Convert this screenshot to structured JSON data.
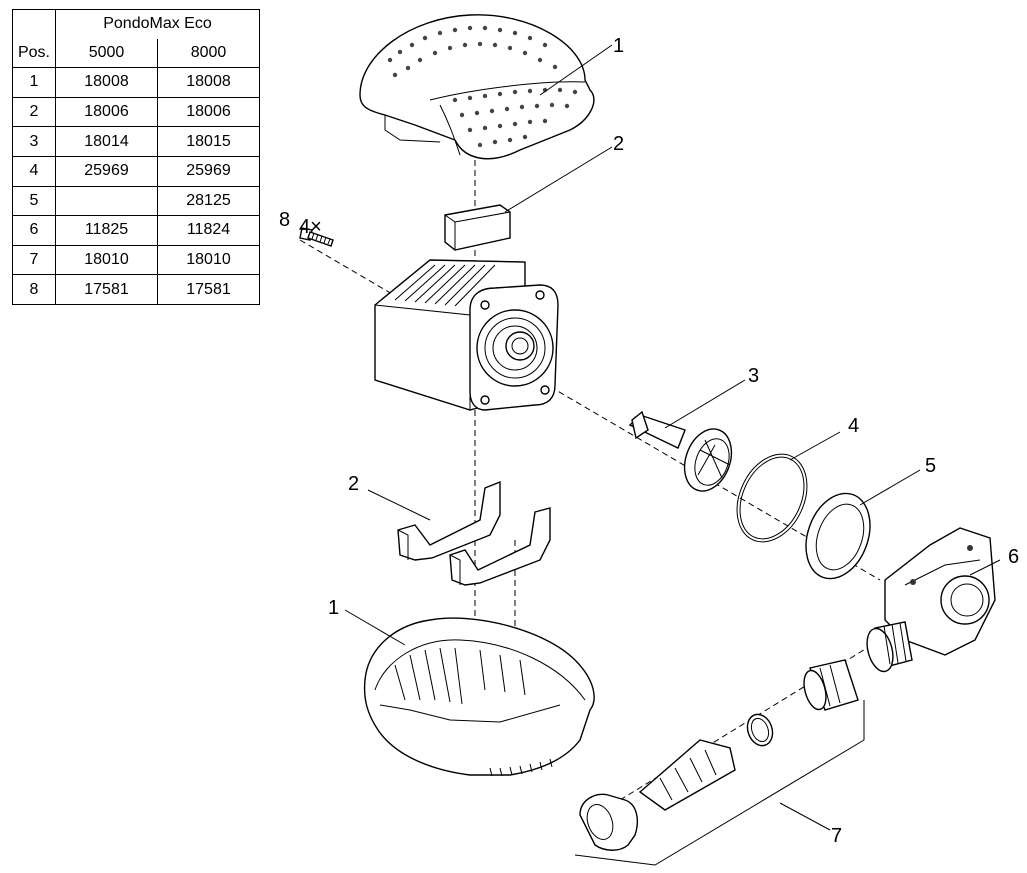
{
  "table": {
    "title": "PondoMax Eco",
    "pos_header": "Pos.",
    "models": [
      "5000",
      "8000"
    ],
    "rows": [
      {
        "pos": "1",
        "v5000": "18008",
        "v8000": "18008"
      },
      {
        "pos": "2",
        "v5000": "18006",
        "v8000": "18006"
      },
      {
        "pos": "3",
        "v5000": "18014",
        "v8000": "18015"
      },
      {
        "pos": "4",
        "v5000": "25969",
        "v8000": "25969"
      },
      {
        "pos": "5",
        "v5000": "",
        "v8000": "28125"
      },
      {
        "pos": "6",
        "v5000": "11825",
        "v8000": "11824"
      },
      {
        "pos": "7",
        "v5000": "18010",
        "v8000": "18010"
      },
      {
        "pos": "8",
        "v5000": "17581",
        "v8000": "17581"
      }
    ]
  },
  "callouts": {
    "top_cover": "1",
    "top_foam": "2",
    "screw": "8",
    "screw_qty": "4×",
    "impeller": "3",
    "o_ring": "4",
    "ring": "5",
    "pump_chamber": "6",
    "bottom_foam": "2",
    "bottom_cover": "1",
    "hose_adapter_set": "7"
  }
}
